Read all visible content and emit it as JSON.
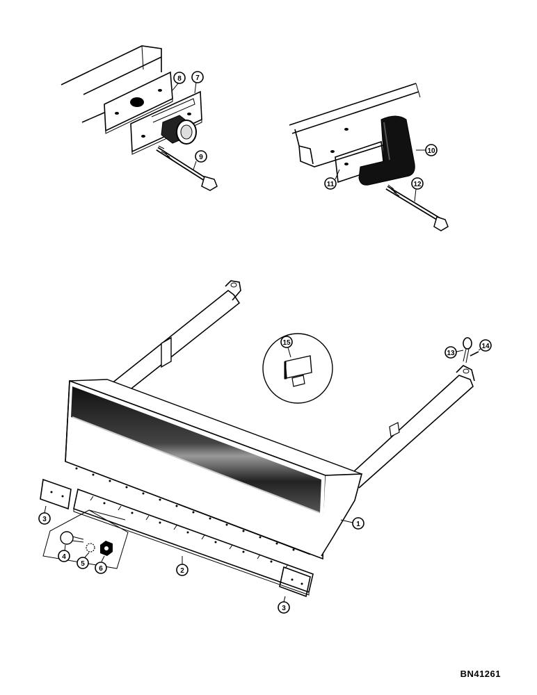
{
  "callouts": {
    "c1": "1",
    "c2": "2",
    "c3a": "3",
    "c3b": "3",
    "c4": "4",
    "c5": "5",
    "c6": "6",
    "c7": "7",
    "c8": "8",
    "c9": "9",
    "c10": "10",
    "c11": "11",
    "c12": "12",
    "c13": "13",
    "c14": "14",
    "c15": "15"
  },
  "reference_code": "BN41261"
}
